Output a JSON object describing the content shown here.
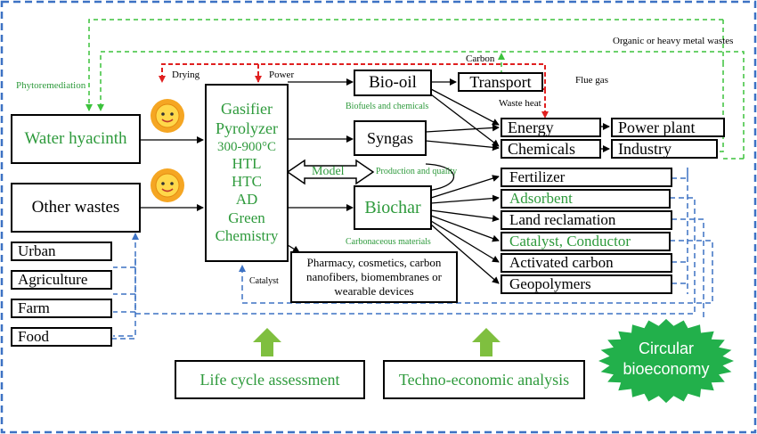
{
  "sources": {
    "water_hyacinth": "Water hyacinth",
    "other_wastes": "Other wastes",
    "categories": [
      "Urban",
      "Agriculture",
      "Farm",
      "Food"
    ]
  },
  "processes": {
    "lines": [
      "Gasifier",
      "Pyrolyzer",
      "300-900°C",
      "HTL",
      "HTC",
      "AD",
      "Green",
      "Chemistry"
    ]
  },
  "products": {
    "bio_oil": "Bio-oil",
    "syngas": "Syngas",
    "biochar": "Biochar",
    "model": "Model",
    "transport": "Transport",
    "energy": "Energy",
    "chemicals": "Chemicals",
    "power_plant": "Power plant",
    "industry": "Industry",
    "pharmacy": "Pharmacy, cosmetics, carbon nanofibers, biomembranes or wearable devices"
  },
  "applications": [
    "Fertilizer",
    "Adsorbent",
    "Land reclamation",
    "Catalyst, Conductor",
    "Activated carbon",
    "Geopolymers"
  ],
  "labels": {
    "phytoremediation": "Phytoremediation",
    "drying": "Drying",
    "power": "Power",
    "carbon": "Carbon",
    "organic_wastes": "Organic or heavy metal wastes",
    "flue_gas": "Flue gas",
    "biofuels": "Biofuels and chemicals",
    "waste_heat": "Waste heat",
    "production_quality": "Production and quality",
    "carbonaceous": "Carbonaceous materials",
    "catalyst": "Catalyst"
  },
  "assessments": {
    "lca": "Life cycle assessment",
    "tea": "Techno-economic analysis"
  },
  "badge": {
    "line1": "Circular",
    "line2": "bioeconomy"
  },
  "colors": {
    "green_text": "#2e9a3c",
    "red_arrows": "#e02020",
    "blue_dashed": "#3d72c4",
    "green_dashed": "#3cc23c",
    "badge": "#22b04b",
    "up_arrow": "#7fbf3f"
  }
}
